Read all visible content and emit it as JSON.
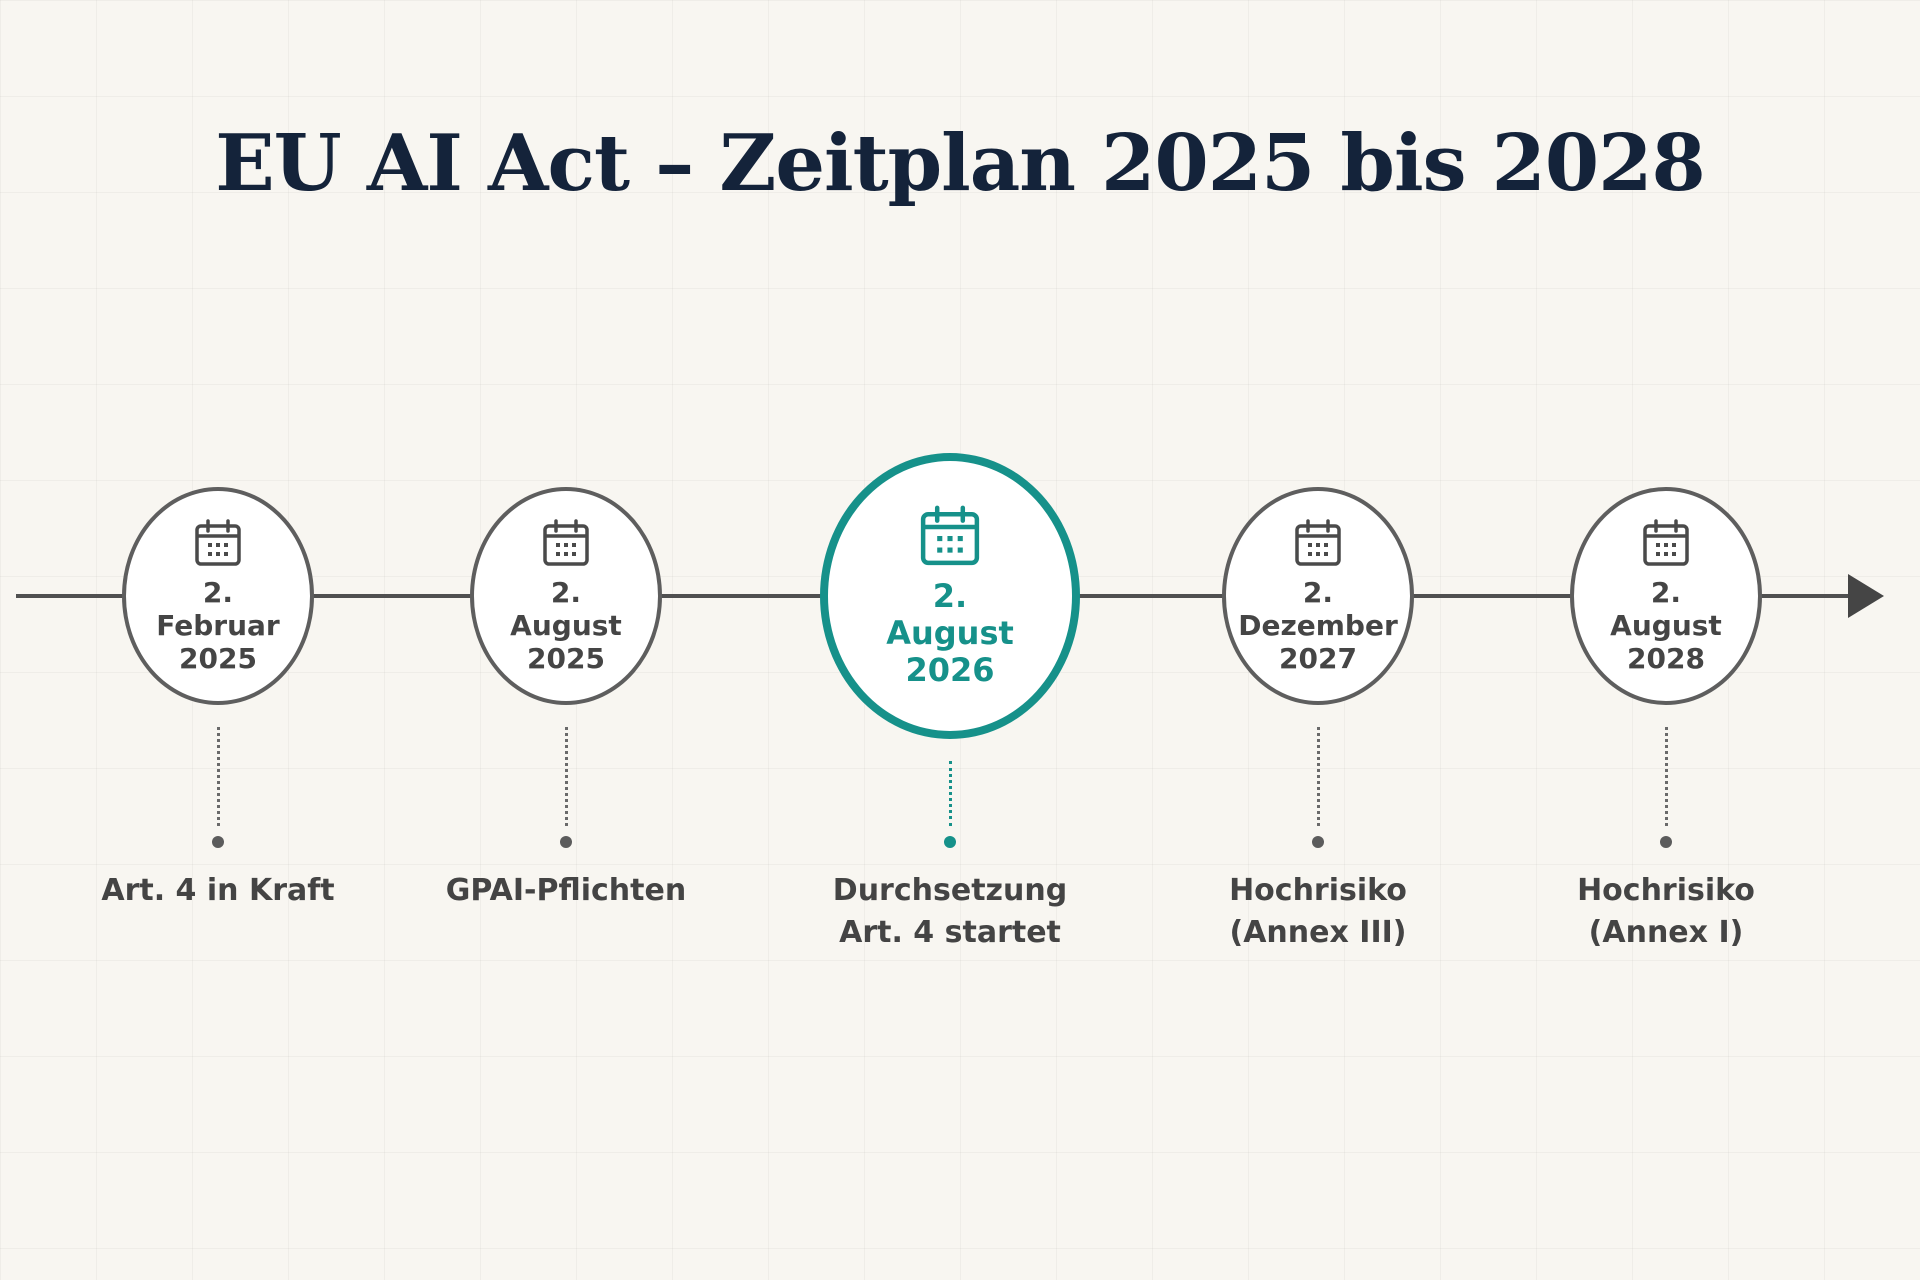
{
  "title": "EU AI Act – Zeitplan 2025 bis 2028",
  "colors": {
    "accent": "#16918a",
    "text_dark": "#14233a",
    "neutral": "#5e5e5e"
  },
  "milestones": [
    {
      "icon": "calendar-icon",
      "date": [
        "2.",
        "Februar",
        "2025"
      ],
      "label": [
        "Art. 4 in Kraft"
      ],
      "highlight": false
    },
    {
      "icon": "calendar-icon",
      "date": [
        "2.",
        "August",
        "2025"
      ],
      "label": [
        "GPAI-Pflichten"
      ],
      "highlight": false
    },
    {
      "icon": "calendar-icon",
      "date": [
        "2.",
        "August",
        "2026"
      ],
      "label": [
        "Durchsetzung",
        "Art. 4 startet"
      ],
      "highlight": true
    },
    {
      "icon": "calendar-icon",
      "date": [
        "2.",
        "Dezember",
        "2027"
      ],
      "label": [
        "Hochrisiko",
        "(Annex III)"
      ],
      "highlight": false
    },
    {
      "icon": "calendar-icon",
      "date": [
        "2.",
        "August",
        "2028"
      ],
      "label": [
        "Hochrisiko",
        "(Annex I)"
      ],
      "highlight": false
    }
  ]
}
